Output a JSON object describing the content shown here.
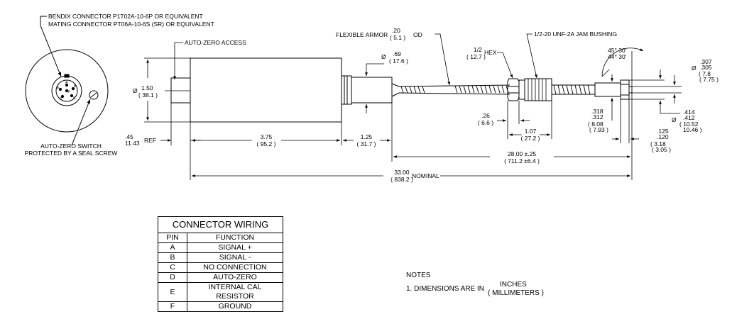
{
  "front_view": {
    "connector_line1": "BENDIX  CONNECTOR  P1T02A-10-6P OR EQUIVALENT",
    "connector_line2": "MATING  CONNECTOR  PT06A-10-6S (SR) OR EQUIVALENT",
    "switch_line1": "AUTO-ZERO SWITCH",
    "switch_line2": "PROTECTED BY A SEAL SCREW",
    "pin_letters": [
      "A",
      "B",
      "C",
      "D",
      "E",
      "F"
    ]
  },
  "callouts": {
    "auto_zero_access": "AUTO-ZERO ACCESS",
    "flexible_armor": "FLEXIBLE  ARMOR",
    "armor_od_in": ".20",
    "armor_od_mm": "( 5.1 )",
    "od": "OD",
    "jam_bushing": "1/2-20 UNF-2A  JAM BUSHING",
    "hex_in": "1/2",
    "hex_mm": "( 12.7 )",
    "hex": "HEX",
    "angle_1": "45° 30'",
    "angle_2": "44° 30'"
  },
  "dimensions": {
    "dia_symbol": "Ø",
    "body_dia_in": "1.50",
    "body_dia_mm": "( 38.1 )",
    "neck_dia_in": ".69",
    "neck_dia_mm": "( 17.6 )",
    "ref_in": ".45",
    "ref_mm": "11.43",
    "ref": "REF",
    "body_len_in": "3.75",
    "body_len_mm": "( 95.2 )",
    "neck_len_in": "1.25",
    "neck_len_mm": "( 31.7 )",
    "hex_thk_in": ".26",
    "hex_thk_mm": "( 6.6 )",
    "bushing_len_in": "1.07",
    "bushing_len_mm": "( 27.2 )",
    "cable_len_in": "28.00 ±.25",
    "cable_len_mm": "( 711.2 ±6.4 )",
    "overall_in": "33.00",
    "overall_mm": "( 838.2 )",
    "nominal": "NOMINAL",
    "tip_dia_in_1": ".318",
    "tip_dia_in_2": ".312",
    "tip_dia_mm_1": "( 8.08",
    "tip_dia_mm_2": "( 7.93 )",
    "tip_thk_in_1": ".125",
    "tip_thk_in_2": ".120",
    "tip_thk_mm_1": "( 3.18",
    "tip_thk_mm_2": "( 3.05 )",
    "end_dia_in_1": ".307",
    "end_dia_in_2": ".305",
    "end_dia_mm_1": "( 7.8",
    "end_dia_mm_2": "( 7.75 )",
    "flange_dia_in_1": ".414",
    "flange_dia_in_2": ".412",
    "flange_dia_mm_1": "( 10.52",
    "flange_dia_mm_2": "10.46 )"
  },
  "wiring": {
    "title": "CONNECTOR WIRING",
    "col_pin": "PIN",
    "col_function": "FUNCTION",
    "rows": [
      {
        "pin": "A",
        "function": "SIGNAL +"
      },
      {
        "pin": "B",
        "function": "SIGNAL -"
      },
      {
        "pin": "C",
        "function": "NO CONNECTION"
      },
      {
        "pin": "D",
        "function": "AUTO-ZERO"
      },
      {
        "pin": "E",
        "function": "INTERNAL CAL RESISTOR"
      },
      {
        "pin": "F",
        "function": "GROUND"
      }
    ]
  },
  "notes": {
    "title": "NOTES",
    "line1": "1. DIMENSIONS ARE IN",
    "unit_top": "INCHES",
    "unit_bottom": "( MILLIMETERS )"
  }
}
